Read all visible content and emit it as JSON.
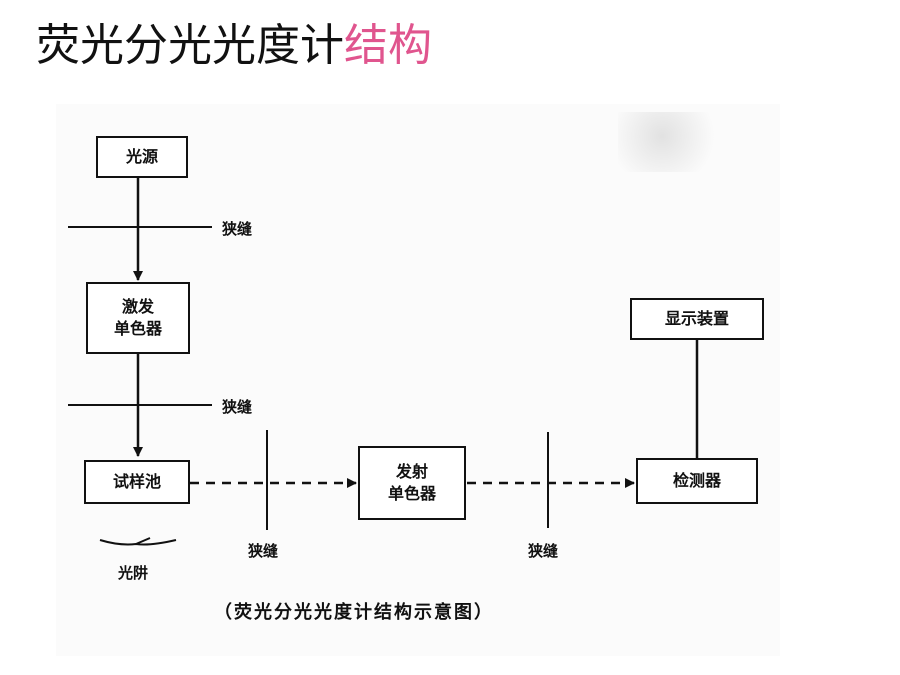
{
  "title": {
    "main": "荧光分光光度计",
    "accent": "结构"
  },
  "diagram": {
    "light_source": "光源",
    "slit": "狭缝",
    "excitation_line1": "激发",
    "excitation_line2": "单色器",
    "sample_cell": "试样池",
    "emission_line1": "发射",
    "emission_line2": "单色器",
    "detector": "检测器",
    "display": "显示装置",
    "trap": "光阱",
    "caption": "（荧光分光光度计结构示意图）"
  },
  "colors": {
    "accent": "#e0558e",
    "line": "#111111"
  }
}
